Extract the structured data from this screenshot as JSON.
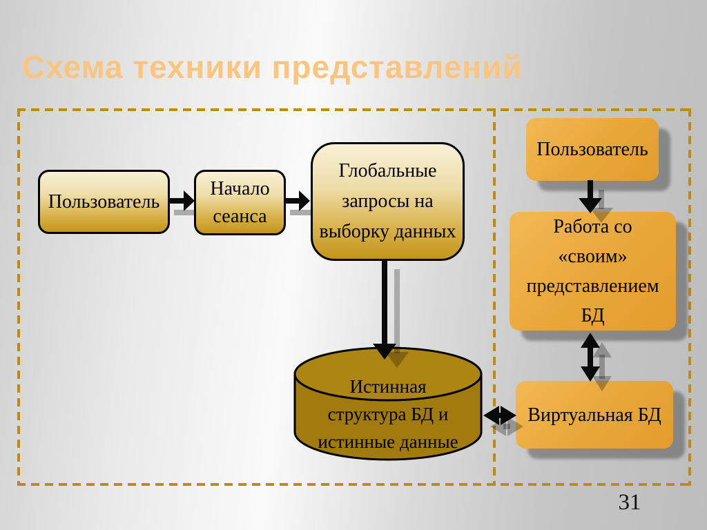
{
  "slide": {
    "title": "Схема техники представлений",
    "page_number": "31",
    "colors": {
      "title_text": "#fbc57e",
      "dashed_border": "#bd8b10",
      "left_box_gradient_top": "#f8f1d8",
      "left_box_gradient_bottom": "#c4951a",
      "left_box_border": "#000000",
      "right_box_fill": "#eaa93d",
      "cylinder_body": "#a17b0d",
      "cylinder_top": "#ad8512",
      "arrow": "#000000",
      "shadow_gray": "rgba(0,0,0,0.28)",
      "background_light": "#fafafa",
      "background_dark": "#bdbdbd"
    }
  },
  "diagram": {
    "nodes": {
      "user_left": {
        "label": "Пользователь"
      },
      "session_start": {
        "label": "Начало сеанса"
      },
      "global_queries": {
        "label": "Глобальные запросы на выборку данных"
      },
      "true_db": {
        "label": "Истинная структура БД и истинные данные"
      },
      "user_right": {
        "label": "Пользователь"
      },
      "own_view_work": {
        "label": "Работа со «своим» представлением БД"
      },
      "virtual_db": {
        "label": "Виртуальная БД"
      }
    },
    "connectors": [
      {
        "name": "user-to-session",
        "type": "arrow-right"
      },
      {
        "name": "session-to-queries",
        "type": "arrow-right"
      },
      {
        "name": "queries-to-true-db",
        "type": "arrow-down"
      },
      {
        "name": "user2-to-own-view",
        "type": "arrow-down"
      },
      {
        "name": "own-view-to-virtual-db",
        "type": "arrow-both-vertical"
      },
      {
        "name": "virtual-db-to-true-db",
        "type": "arrow-both-horizontal"
      }
    ]
  }
}
